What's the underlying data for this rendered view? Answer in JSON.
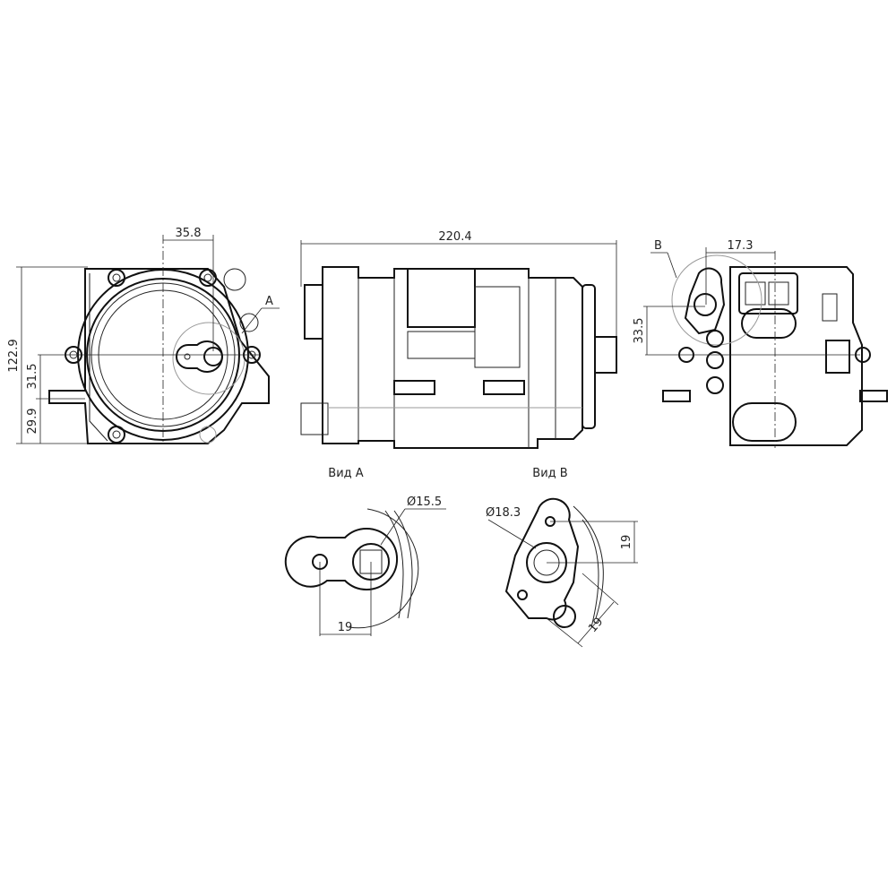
{
  "front_view": {
    "dim_width_offset": "35.8",
    "dim_height": "122.9",
    "dim_mid": "31.5",
    "dim_low": "29.9",
    "view_marker": "A"
  },
  "side_view": {
    "dim_length": "220.4"
  },
  "rear_view": {
    "view_marker": "B",
    "dim_width_offset": "17.3",
    "dim_height_offset": "33.5"
  },
  "detail_a": {
    "title": "Вид А",
    "diameter": "Ø15.5",
    "dim_spacing": "19"
  },
  "detail_b": {
    "title": "Вид В",
    "diameter": "Ø18.3",
    "dim_vertical": "19",
    "dim_diagonal": "19"
  }
}
